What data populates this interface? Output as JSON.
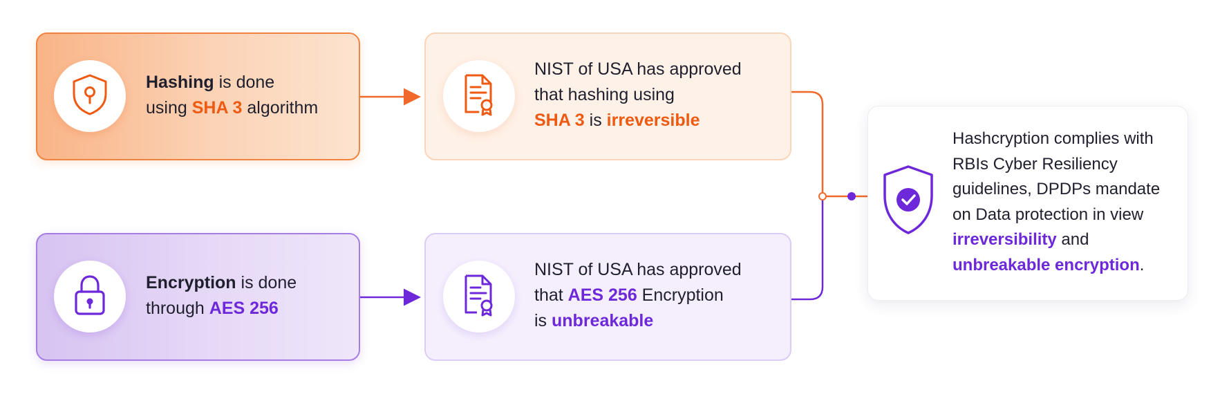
{
  "hashing_card": {
    "icon": "shield-keyhole-icon",
    "bold": "Hashing",
    "text1": " is done",
    "text2": "using ",
    "highlight": "SHA 3",
    "text3": " algorithm"
  },
  "nist_hash_card": {
    "icon": "certificate-icon",
    "line1": "NIST of USA has approved",
    "line2": "that hashing using",
    "highlight1": "SHA 3",
    "text3": " is ",
    "highlight2": "irreversible"
  },
  "encryption_card": {
    "icon": "padlock-icon",
    "bold": "Encryption",
    "text1": " is done",
    "text2": "through ",
    "highlight": "AES 256"
  },
  "nist_enc_card": {
    "icon": "certificate-icon",
    "line1": "NIST of USA has approved",
    "text2a": "that ",
    "highlight1": "AES 256",
    "text2b": " Encryption",
    "text3": "is ",
    "highlight2": "unbreakable"
  },
  "result_card": {
    "icon": "shield-check-icon",
    "line1": "Hashcryption complies with",
    "line2": "RBIs Cyber Resiliency",
    "line3": "guidelines, DPDPs mandate",
    "line4": "on Data protection in view",
    "highlight1": "irreversibility",
    "text5": " and",
    "highlight2": "unbreakable encryption",
    "text6": "."
  },
  "colors": {
    "orange": "#ee5a12",
    "purple": "#6d28d9",
    "orange_line": "#f0692a",
    "purple_line": "#6d28d9"
  }
}
